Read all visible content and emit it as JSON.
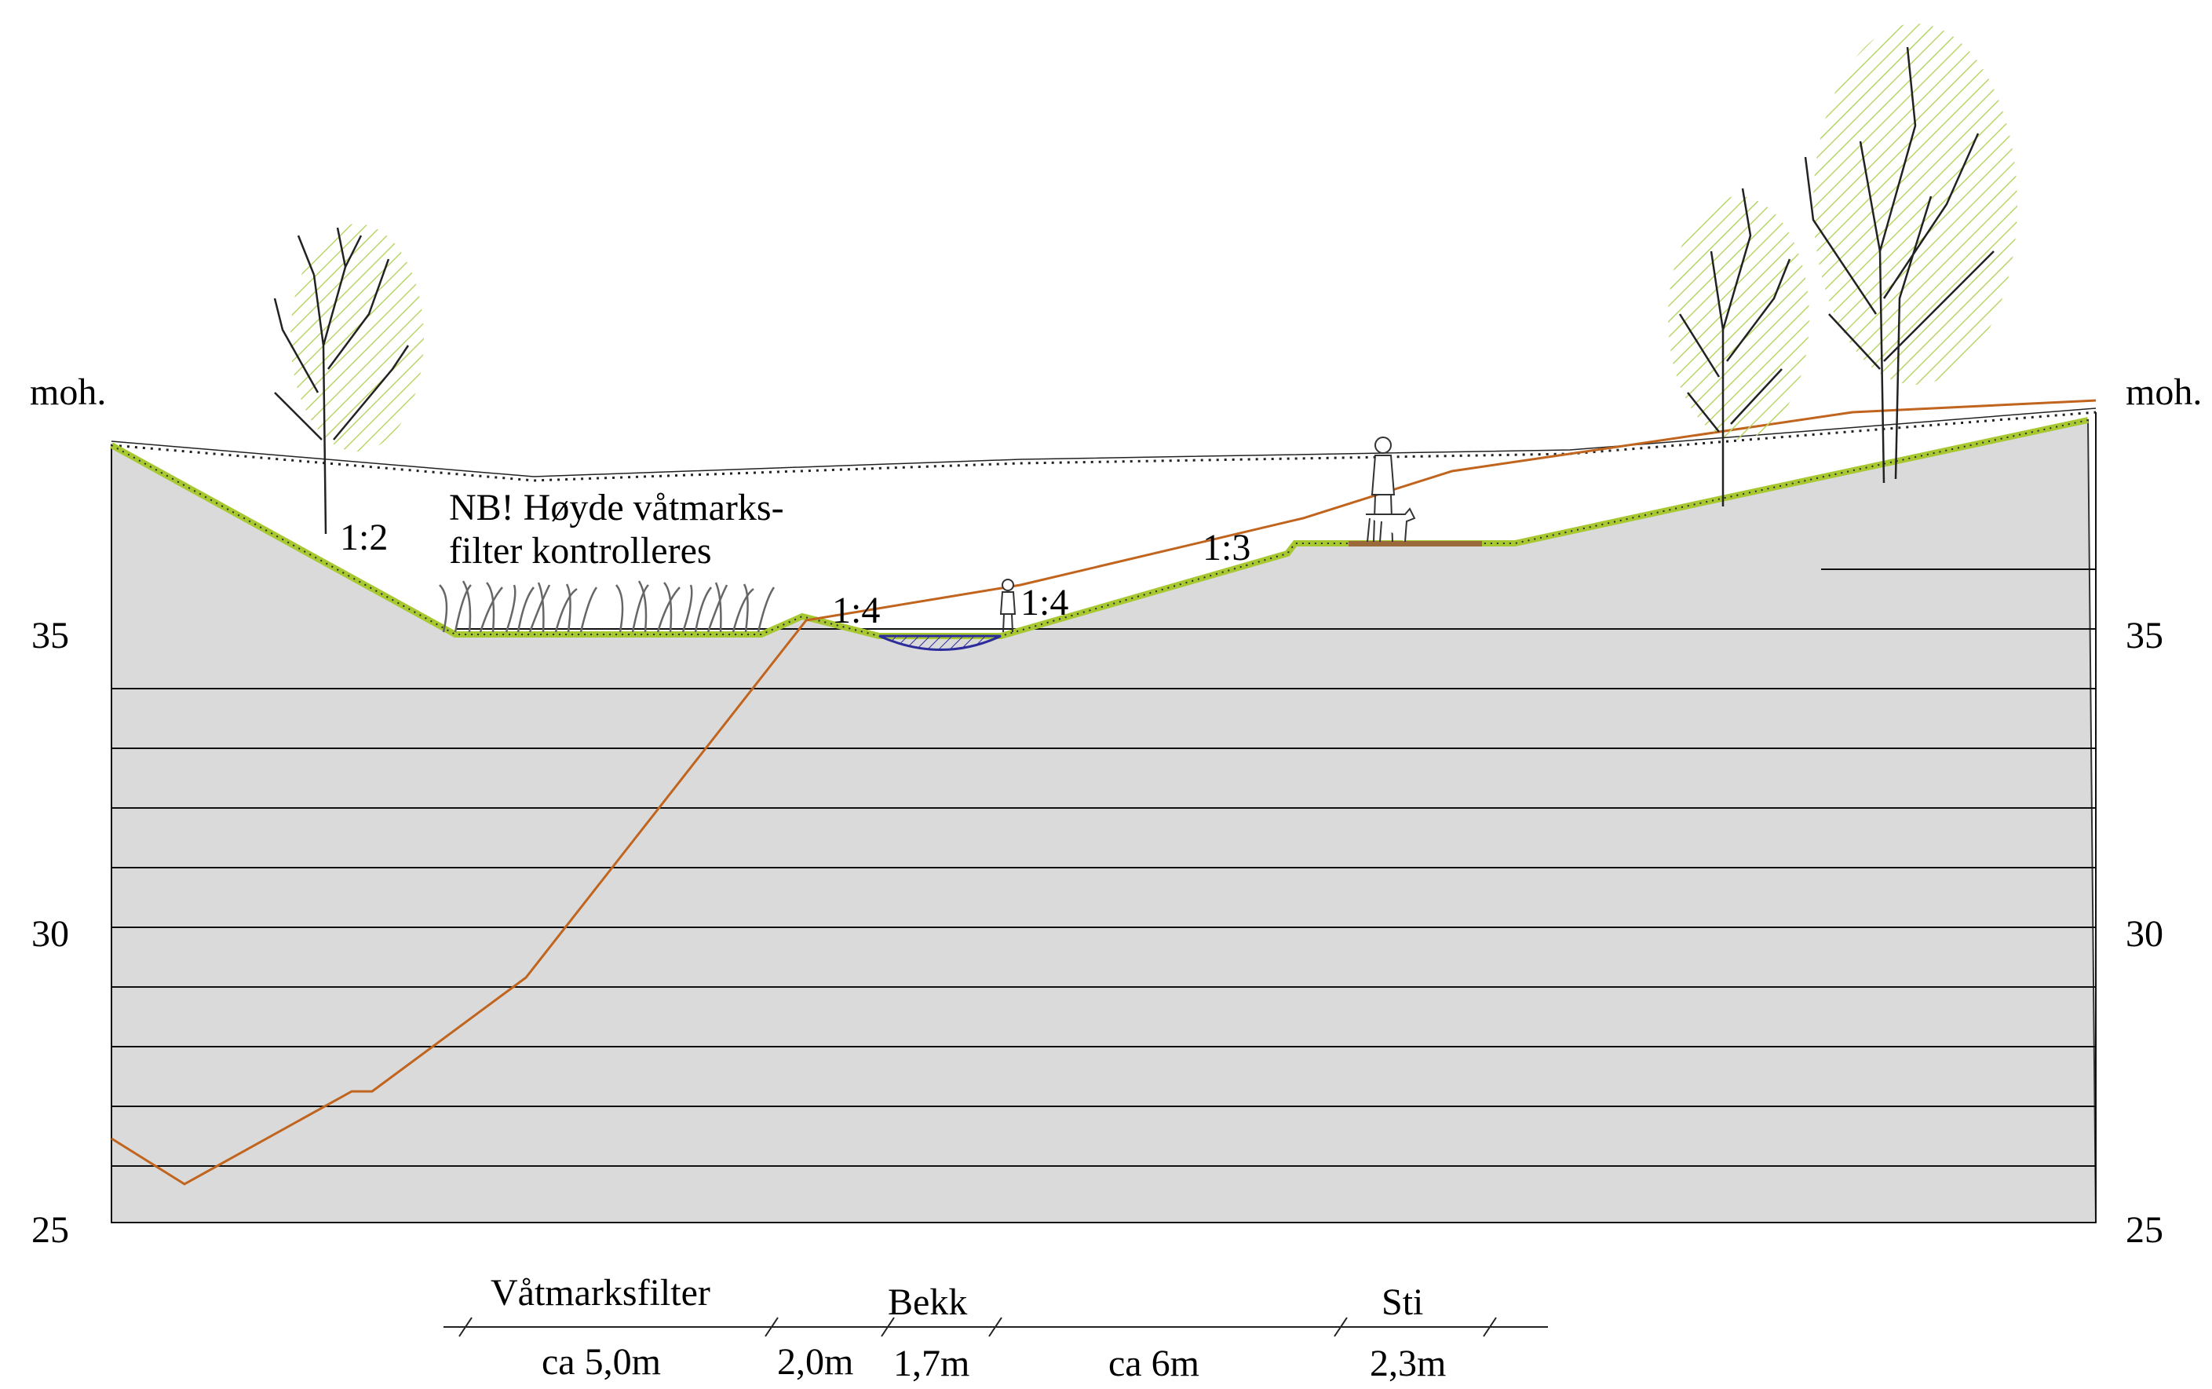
{
  "axis": {
    "unit_left": "moh.",
    "unit_right": "moh.",
    "ticks": [
      "35",
      "30",
      "25"
    ]
  },
  "notes": {
    "line1": "NB! Høyde våtmarks-",
    "line2": "filter kontrolleres"
  },
  "slopes": {
    "left": "1:2",
    "ridge": "1:4",
    "stream_right": "1:4",
    "path_slope": "1:3"
  },
  "dimensions": {
    "zones": {
      "wetland": "Våtmarksfilter",
      "stream": "Bekk",
      "path": "Sti"
    },
    "widths": {
      "wetland": "ca 5,0m",
      "ridge": "2,0m",
      "stream": "1,7m",
      "middle": "ca 6m",
      "path": "2,3m"
    }
  },
  "colors": {
    "ground_fill": "#dadada",
    "grid_line": "#111111",
    "grass": "#a8c832",
    "grass_hatch": "#9dc03a",
    "bedrock_line": "#c0641e",
    "water": "#2c2c9a",
    "tree_foliage": "#b9d66a"
  },
  "icons": {
    "trees": "tree-icon",
    "reeds": "reed-icon",
    "person": "person-icon",
    "dog": "dog-icon"
  }
}
